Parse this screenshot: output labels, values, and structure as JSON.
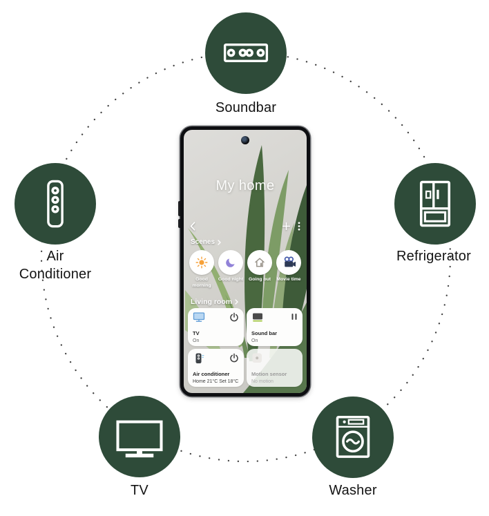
{
  "diagram": {
    "accent_color": "#2e4b39",
    "devices": [
      {
        "label": "Soundbar",
        "icon": "soundbar-icon"
      },
      {
        "label": "Air Conditioner",
        "icon": "air-conditioner-icon"
      },
      {
        "label": "Refrigerator",
        "icon": "refrigerator-icon"
      },
      {
        "label": "TV",
        "icon": "tv-icon"
      },
      {
        "label": "Washer",
        "icon": "washer-icon"
      }
    ]
  },
  "phone": {
    "title": "My home",
    "header_icons": [
      "back-icon",
      "add-icon",
      "more-icon"
    ],
    "scenes": {
      "label": "Scenes",
      "items": [
        {
          "label": "Good morning",
          "icon": "sun-icon"
        },
        {
          "label": "Good night",
          "icon": "moon-icon"
        },
        {
          "label": "Going out",
          "icon": "house-icon"
        },
        {
          "label": "Movie time",
          "icon": "movie-camera-icon"
        }
      ]
    },
    "room": {
      "label": "Living room",
      "cards": [
        {
          "name": "TV",
          "status": "On",
          "icon": "tv-card-icon",
          "control": "power-icon"
        },
        {
          "name": "Sound bar",
          "status": "On",
          "icon": "soundbar-card-icon",
          "control": "pause-icon"
        },
        {
          "name": "Air conditioner",
          "status": "Home 21°C  Set 18°C",
          "icon": "ac-card-icon",
          "control": "power-icon"
        },
        {
          "name": "Motion sensor",
          "status": "No motion",
          "icon": "motion-sensor-icon",
          "control": ""
        }
      ]
    }
  }
}
